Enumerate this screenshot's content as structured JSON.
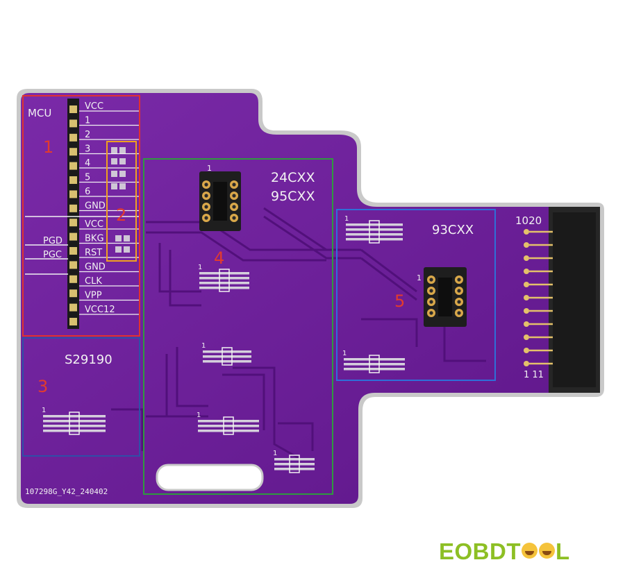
{
  "board": {
    "colors": {
      "pcb": "#6a1d98",
      "trace": "#4f0f78",
      "silkscreen": "#f2f2f2",
      "region1": "#e03131",
      "region2": "#f0a020",
      "region3": "#2f4fa8",
      "region4": "#2e9b3e",
      "region5": "#2f6fd8"
    },
    "mcu_title": "MCU",
    "mcu_pins_upper": [
      "VCC",
      "1",
      "2",
      "3",
      "4",
      "5",
      "6",
      "GND"
    ],
    "mcu_pins_lower": [
      "VCC",
      "BKG",
      "RST",
      "GND",
      "CLK",
      "VPP",
      "VCC12"
    ],
    "mcu_side_labels": [
      "PGD",
      "PGC"
    ],
    "eeprom_24_95_labels": [
      "24CXX",
      "95CXX"
    ],
    "eeprom_93_label": "93CXX",
    "chip_s_label": "S29190",
    "connector_top_label": "1020",
    "connector_bottom_label": "1 11",
    "pin1_marker": "1",
    "serial": "107298G_Y42_240402"
  },
  "regions": [
    {
      "number": "1",
      "color": "#e03131"
    },
    {
      "number": "2",
      "color": "#f0a020"
    },
    {
      "number": "3",
      "color": "#2f4fa8"
    },
    {
      "number": "4",
      "color": "#2e9b3e"
    },
    {
      "number": "5",
      "color": "#2f6fd8"
    }
  ],
  "logo": {
    "text_left": "EOBDT",
    "text_right": "L",
    "icon": "laughing-face-icon"
  }
}
